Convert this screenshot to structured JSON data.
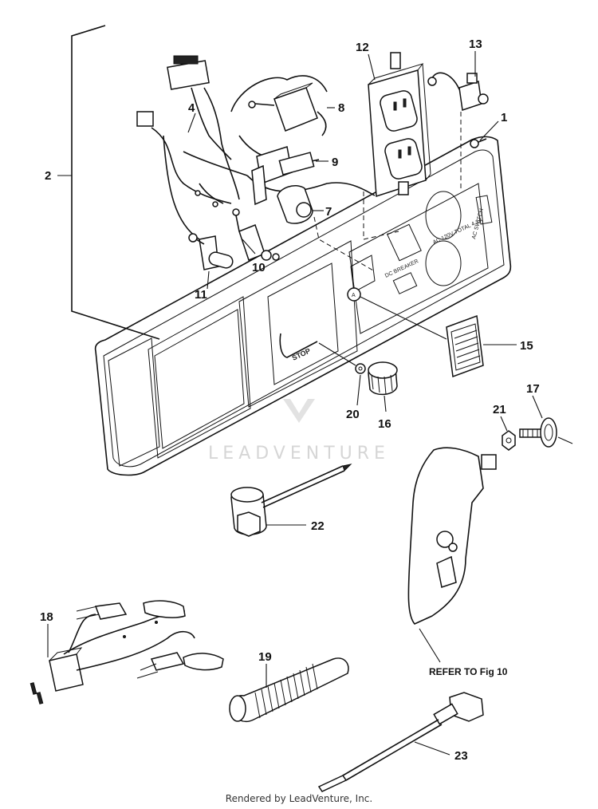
{
  "callouts": [
    {
      "id": "c1",
      "label": "1"
    },
    {
      "id": "c2",
      "label": "2"
    },
    {
      "id": "c4",
      "label": "4"
    },
    {
      "id": "c7",
      "label": "7"
    },
    {
      "id": "c8",
      "label": "8"
    },
    {
      "id": "c9",
      "label": "9"
    },
    {
      "id": "c10",
      "label": "10"
    },
    {
      "id": "c11",
      "label": "11"
    },
    {
      "id": "c12",
      "label": "12"
    },
    {
      "id": "c13",
      "label": "13"
    },
    {
      "id": "c15",
      "label": "15"
    },
    {
      "id": "c16",
      "label": "16"
    },
    {
      "id": "c17",
      "label": "17"
    },
    {
      "id": "c18",
      "label": "18"
    },
    {
      "id": "c19",
      "label": "19"
    },
    {
      "id": "c20",
      "label": "20"
    },
    {
      "id": "c21",
      "label": "21"
    },
    {
      "id": "c22",
      "label": "22"
    },
    {
      "id": "c23",
      "label": "23"
    }
  ],
  "panel_labels": {
    "stop": "STOP",
    "marker_a": "A",
    "ac_total": "AC 120V TOTAL 4.2A",
    "ac_switch": "AC SWITCH",
    "dc_breaker": "DC BREAKER"
  },
  "refer_text": "REFER TO Fig 10",
  "watermark": "LEADVENTURE",
  "footer": "Rendered by LeadVenture, Inc."
}
